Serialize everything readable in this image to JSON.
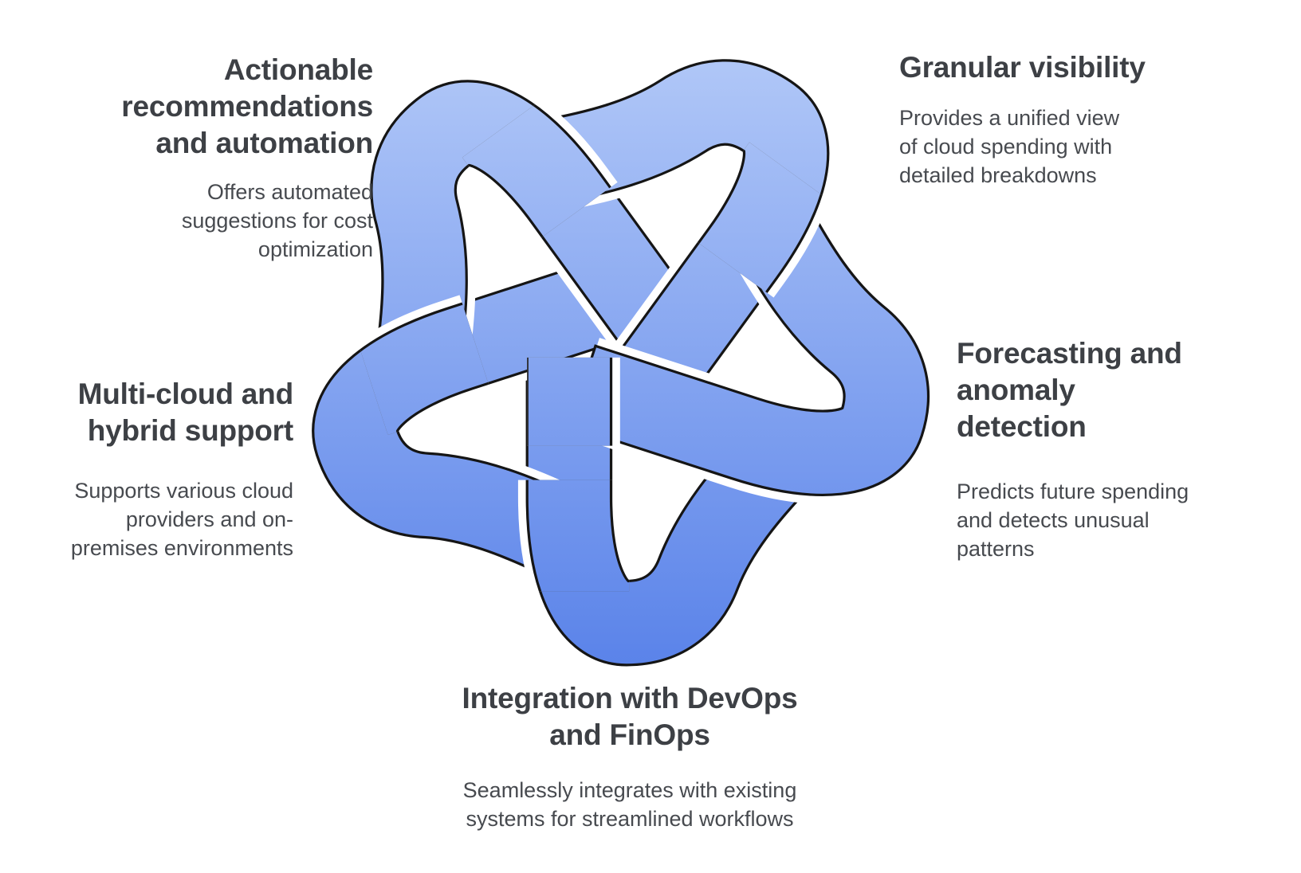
{
  "diagram": {
    "features": {
      "top_left": {
        "title_lines": [
          "Actionable",
          "recommendations",
          "and automation"
        ],
        "desc_lines": [
          "Offers automated",
          "suggestions for cost",
          "optimization"
        ]
      },
      "top_right": {
        "title_lines": [
          "Granular visibility"
        ],
        "desc_lines": [
          "Provides a unified view",
          "of cloud spending with",
          "detailed breakdowns"
        ]
      },
      "right": {
        "title_lines": [
          "Forecasting and",
          "anomaly",
          "detection"
        ],
        "desc_lines": [
          "Predicts future spending",
          "and detects unusual",
          "patterns"
        ]
      },
      "left": {
        "title_lines": [
          "Multi-cloud and",
          "hybrid support"
        ],
        "desc_lines": [
          "Supports various cloud",
          "providers and on-",
          "premises environments"
        ]
      },
      "bottom": {
        "title_lines": [
          "Integration with DevOps",
          "and FinOps"
        ],
        "desc_lines": [
          "Seamlessly integrates with existing",
          "systems for streamlined workflows"
        ]
      }
    }
  },
  "colors": {
    "knot_gradient_top": "#B4CAF8",
    "knot_gradient_bottom": "#5982E9",
    "knot_outline": "#151515",
    "knot_casing": "#FFFFFF",
    "title_text": "#3D4045",
    "desc_text": "#474A4F"
  }
}
